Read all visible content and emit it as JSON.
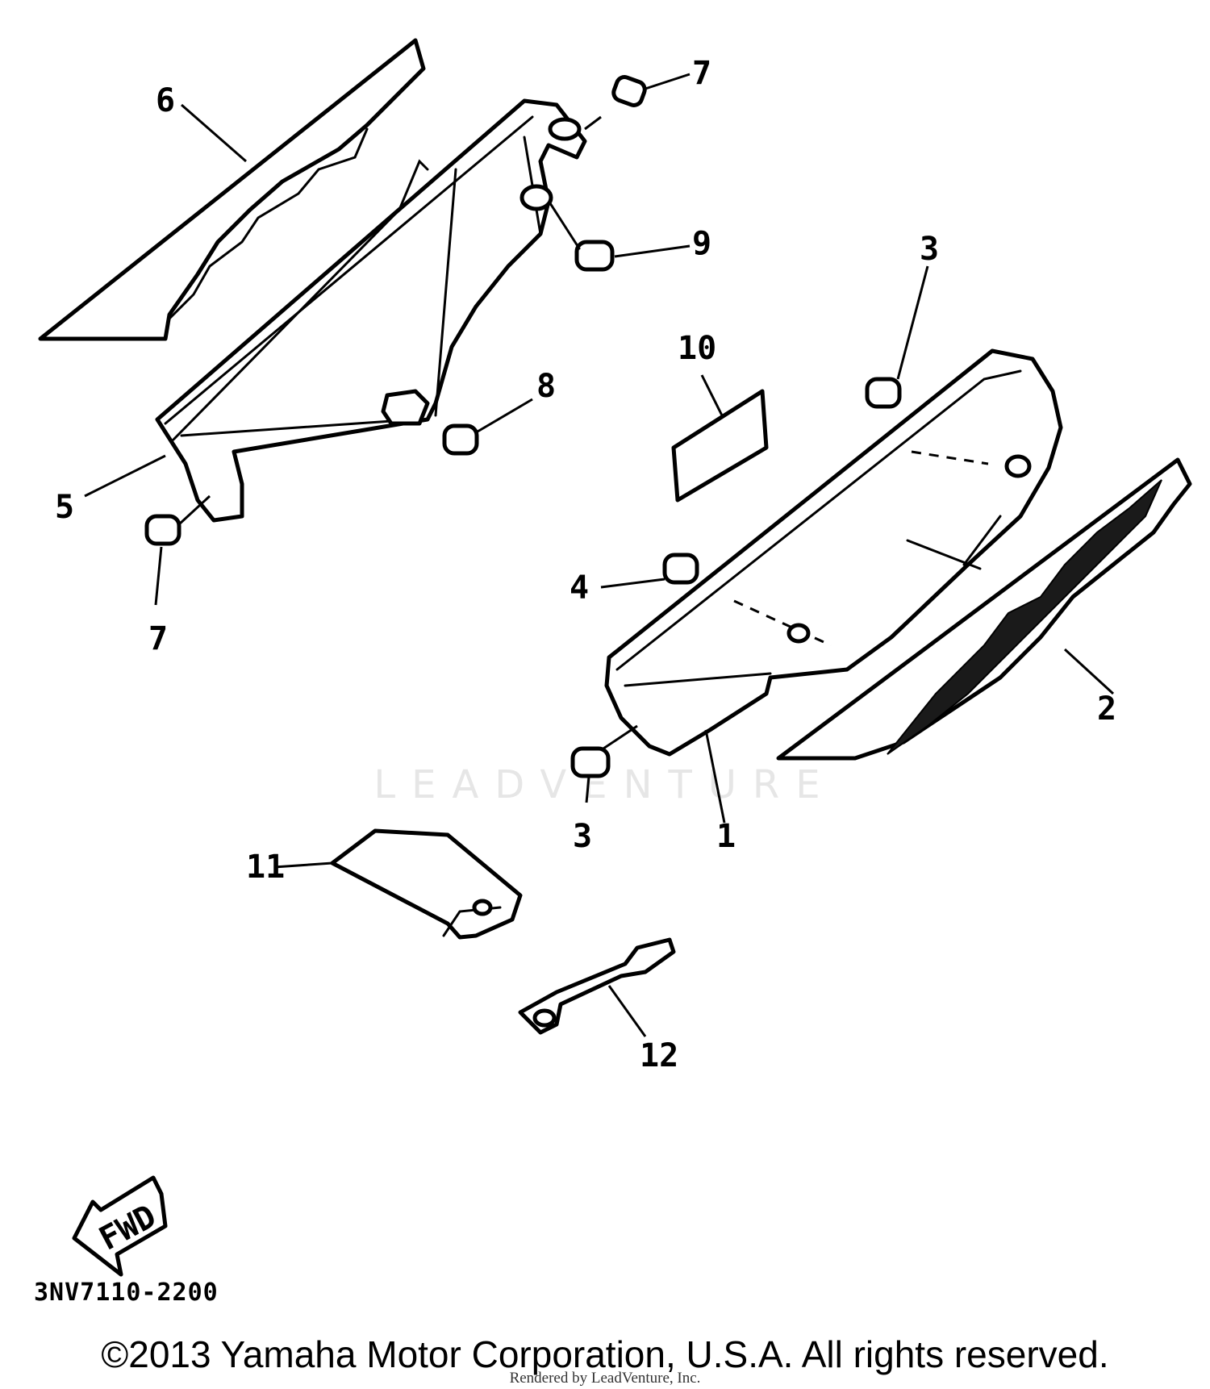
{
  "diagram": {
    "callouts": {
      "c1": "1",
      "c2": "2",
      "c3a": "3",
      "c3b": "3",
      "c4": "4",
      "c5": "5",
      "c6": "6",
      "c7a": "7",
      "c7b": "7",
      "c8": "8",
      "c9": "9",
      "c10": "10",
      "c11": "11",
      "c12": "12"
    },
    "fwd_label": "FWD",
    "diagram_code": "3NV7110-2200"
  },
  "watermark": "LEADVENTURE",
  "footer": {
    "copyright": "©2013 Yamaha Motor Corporation, U.S.A. All rights reserved.",
    "rendered_by": "Rendered by LeadVenture, Inc."
  }
}
